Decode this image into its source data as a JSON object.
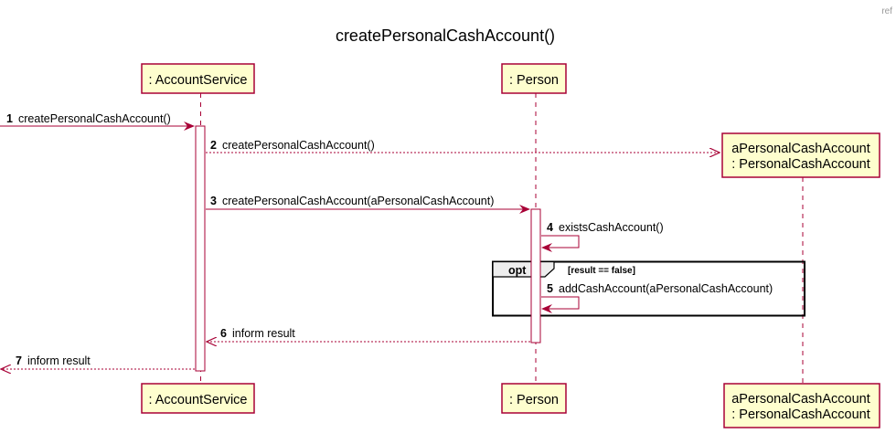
{
  "corner_label": "ref",
  "diagram": {
    "title": "createPersonalCashAccount()",
    "participants": [
      {
        "id": "account-service",
        "label_lines": [
          ": AccountService"
        ]
      },
      {
        "id": "person",
        "label_lines": [
          ": Person"
        ]
      },
      {
        "id": "personal-cash-account",
        "label_lines": [
          "aPersonalCashAccount",
          ": PersonalCashAccount"
        ]
      }
    ],
    "messages": [
      {
        "num": "1",
        "text": "createPersonalCashAccount()",
        "style": "solid"
      },
      {
        "num": "2",
        "text": "createPersonalCashAccount()",
        "style": "dashed"
      },
      {
        "num": "3",
        "text": "createPersonalCashAccount(aPersonalCashAccount)",
        "style": "solid"
      },
      {
        "num": "4",
        "text": "existsCashAccount()",
        "style": "self"
      },
      {
        "num": "5",
        "text": "addCashAccount(aPersonalCashAccount)",
        "style": "self"
      },
      {
        "num": "6",
        "text": "inform result",
        "style": "dashed"
      },
      {
        "num": "7",
        "text": "inform result",
        "style": "dashed"
      }
    ],
    "fragment": {
      "kind": "opt",
      "guard": "[result == false]"
    },
    "colors": {
      "participant_fill": "#FEFECE",
      "participant_border": "#A80036",
      "lifeline": "#A80036",
      "arrow": "#A80036",
      "activation_fill": "#FFFFFF",
      "fragment_border": "#000000",
      "fragment_tab": "#EEEEEE"
    }
  }
}
